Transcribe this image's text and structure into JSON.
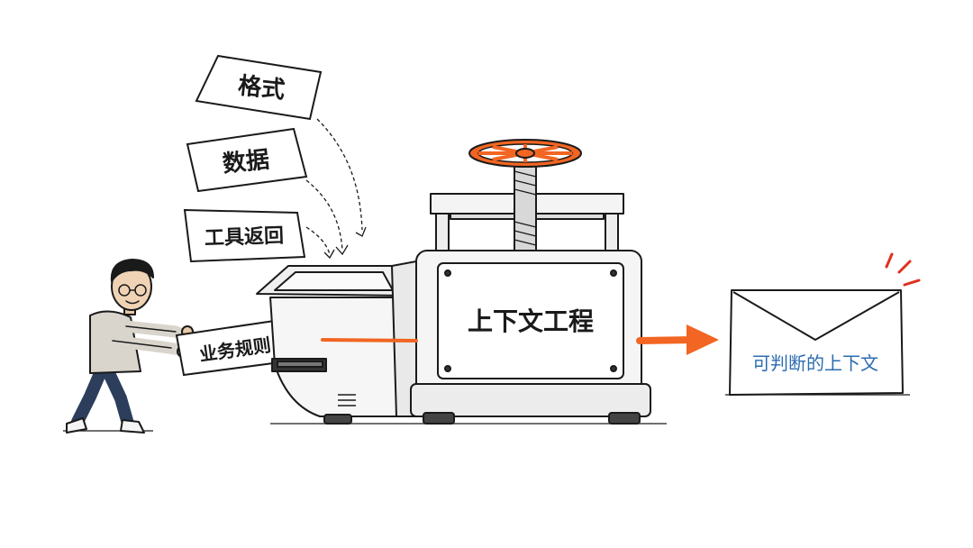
{
  "notes": {
    "format": "格式",
    "data": "数据",
    "tool_return": "工具返回",
    "business_rules": "业务规则"
  },
  "press": {
    "label": "上下文工程"
  },
  "output": {
    "label": "可判断的上下文"
  },
  "colors": {
    "accent": "#f26522",
    "ink": "#1a1a1a",
    "output_text": "#2b6cb0"
  },
  "icons": {
    "person": "person-pushing-icon",
    "press": "press-machine-icon",
    "envelope": "envelope-icon",
    "arrow": "arrow-right-icon"
  }
}
